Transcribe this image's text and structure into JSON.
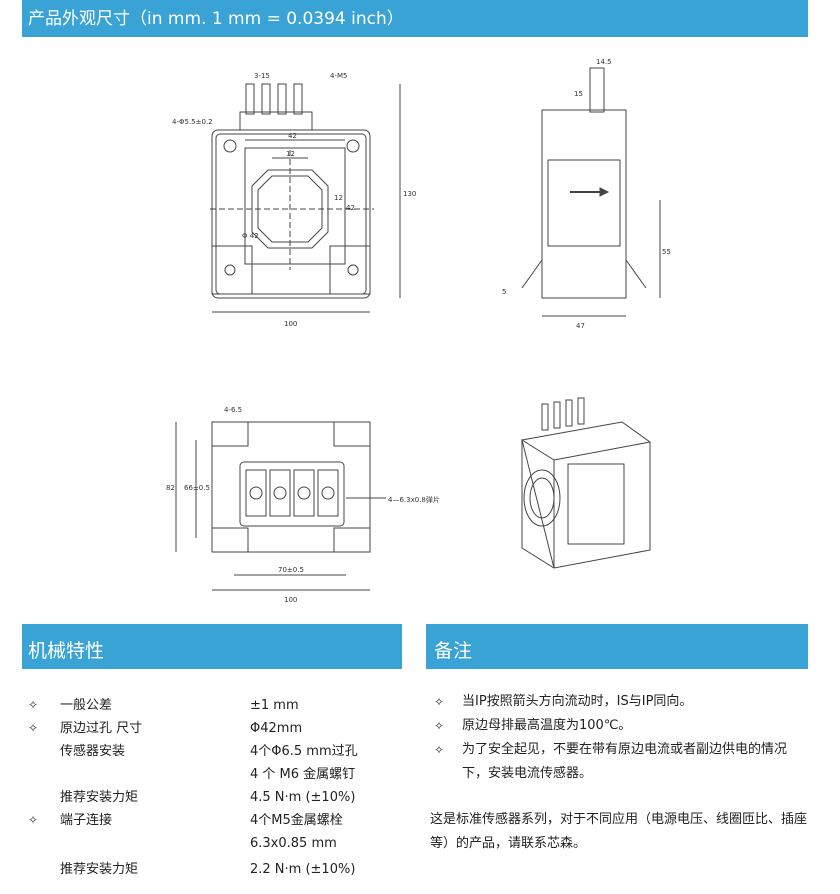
{
  "header": {
    "title": "产品外观尺寸（in mm. 1 mm = 0.0394 inch）"
  },
  "drawing": {
    "dims": {
      "pin_spacing": "3-15",
      "pin_thread": "4-M5",
      "mount_hole": "4-Φ5.5±0.2",
      "window_42_top": "42",
      "window_12": "12",
      "window_12v": "12",
      "window_42_side": "42",
      "window_diam": "Φ 42",
      "height_130": "130",
      "width_100_front": "100",
      "side_14_5": "14.5",
      "side_15": "15",
      "side_55": "55",
      "side_5": "5",
      "side_47": "47",
      "bottom_4_6_5": "4-6.5",
      "bottom_82": "82",
      "bottom_66": "66±0.5",
      "bottom_70": "70±0.5",
      "bottom_100": "100",
      "terminal_note": "4—6.3x0.8弹片"
    }
  },
  "mechanical": {
    "title": "机械特性",
    "rows": [
      {
        "marker": "✧",
        "label": "一般公差",
        "value": "±1 mm"
      },
      {
        "marker": "✧",
        "label": "原边过孔 尺寸",
        "value": "Φ42mm"
      },
      {
        "marker": "",
        "label": "传感器安装",
        "value": "4个Φ6.5 mm过孔"
      },
      {
        "marker": "",
        "label": "",
        "value": "4 个 M6 金属螺钉"
      },
      {
        "marker": "",
        "label": "推荐安装力矩",
        "value": "4.5 N·m (±10%)"
      },
      {
        "marker": "✧",
        "label": "端子连接",
        "value": "4个M5金属螺栓"
      },
      {
        "marker": "",
        "label": "",
        "value": "6.3x0.85 mm"
      },
      {
        "marker": "",
        "label": "推荐安装力矩",
        "value": "2.2 N·m (±10%)"
      }
    ]
  },
  "notes": {
    "title": "备注",
    "items": [
      {
        "marker": "✧",
        "text": "当IP按照箭头方向流动时，IS与IP同向。"
      },
      {
        "marker": "✧",
        "text": "原边母排最高温度为100℃。"
      },
      {
        "marker": "✧",
        "text": "为了安全起见，不要在带有原边电流或者副边供电的情况下，安装电流传感器。"
      }
    ],
    "footer": "这是标准传感器系列，对于不同应用（电源电压、线圈匝比、插座等）的产品，请联系芯森。"
  }
}
